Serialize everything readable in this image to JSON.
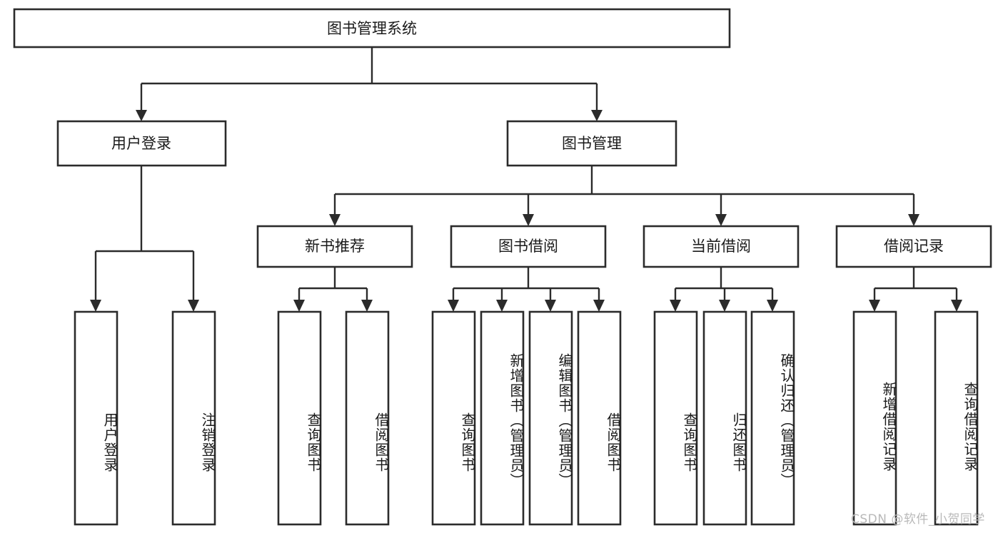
{
  "diagram": {
    "title": "图书管理系统",
    "type": "tree",
    "orientation": "top-down",
    "colors": {
      "box_fill": "#ffffff",
      "box_stroke": "#2b2b2b",
      "connector": "#2b2b2b",
      "text": "#1a1a1a",
      "background": "#ffffff",
      "watermark": "#b9b9b9"
    },
    "root": {
      "label": "图书管理系统"
    },
    "level2": [
      {
        "label": "用户登录"
      },
      {
        "label": "图书管理"
      }
    ],
    "level3": [
      {
        "label": "新书推荐"
      },
      {
        "label": "图书借阅"
      },
      {
        "label": "当前借阅"
      },
      {
        "label": "借阅记录"
      }
    ],
    "leaves": {
      "user_login": [
        {
          "label": "用户登录"
        },
        {
          "label": "注销登录"
        }
      ],
      "new_book_recommend": [
        {
          "label": "查询图书"
        },
        {
          "label": "借阅图书"
        }
      ],
      "book_borrow": [
        {
          "label": "查询图书"
        },
        {
          "label": "新增图书（管理员）"
        },
        {
          "label": "编辑图书（管理员）"
        },
        {
          "label": "借阅图书"
        }
      ],
      "current_borrow": [
        {
          "label": "查询图书"
        },
        {
          "label": "归还图书"
        },
        {
          "label": "确认归还（管理员）"
        }
      ],
      "borrow_record": [
        {
          "label": "新增借阅记录"
        },
        {
          "label": "查询借阅记录"
        }
      ]
    }
  },
  "watermark": {
    "text": "CSDN @软件_小贺同学"
  }
}
